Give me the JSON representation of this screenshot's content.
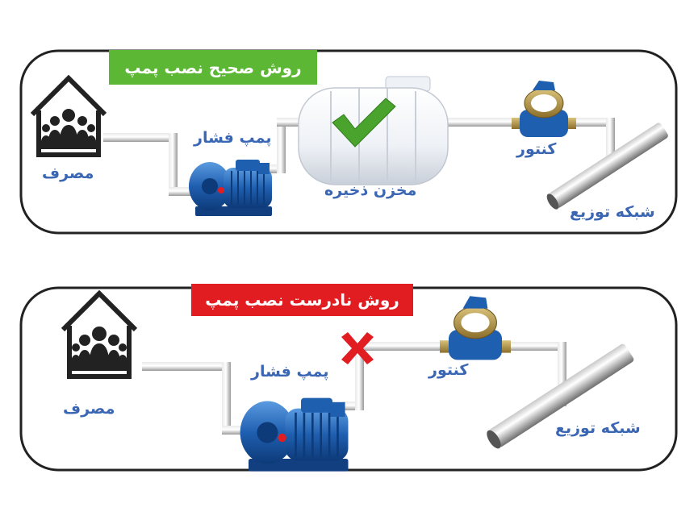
{
  "panel_correct": {
    "title": "روش صحیح نصب پمپ",
    "consumer_label": "مصرف",
    "pump_label": "پمپ فشار",
    "tank_label": "مخزن ذخیره",
    "meter_label": "کنتور",
    "network_label": "شبکه توزیع"
  },
  "panel_incorrect": {
    "title": "روش نادرست نصب پمپ",
    "consumer_label": "مصرف",
    "pump_label": "پمپ فشار",
    "meter_label": "کنتور",
    "network_label": "شبکه توزیع"
  },
  "colors": {
    "correct_banner": "#5bb734",
    "incorrect_banner": "#e11d22",
    "label_text": "#3a66b3",
    "pump_body": "#1f5fb0",
    "check_mark": "#4aa32c",
    "cross_mark": "#e11d22"
  },
  "icons": {
    "house": "house-with-people-icon",
    "pump": "water-pump-icon",
    "tank": "storage-tank-icon",
    "meter": "water-meter-icon",
    "network": "distribution-pipe-icon",
    "correct": "check-mark-icon",
    "incorrect": "x-mark-icon"
  }
}
